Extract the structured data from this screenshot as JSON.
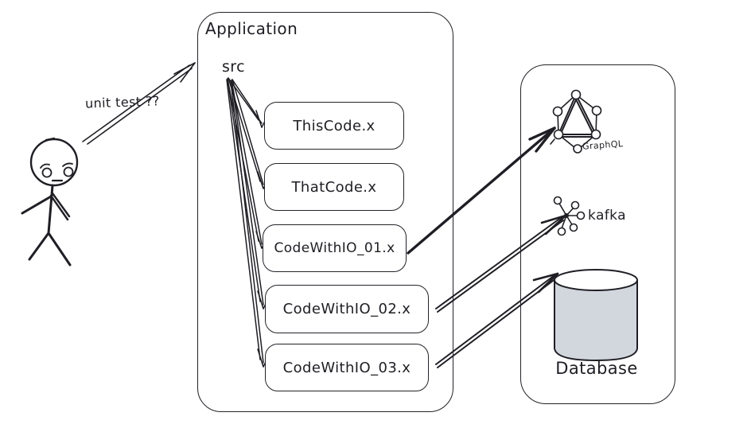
{
  "diagram": {
    "actor": {
      "question_label": "unit test ??"
    },
    "application": {
      "title": "Application",
      "src_label": "src",
      "modules": [
        {
          "label": "ThisCode.x"
        },
        {
          "label": "ThatCode.x"
        },
        {
          "label": "CodeWithIO_01.x"
        },
        {
          "label": "CodeWithIO_02.x"
        },
        {
          "label": "CodeWithIO_03.x"
        }
      ]
    },
    "services": {
      "graphql_label": "GraphQL",
      "kafka_label": "kafka",
      "database_label": "Database"
    },
    "colors": {
      "stroke": "#1e1e24",
      "database_fill": "#d2d6dd",
      "background": "#ffffff"
    }
  }
}
